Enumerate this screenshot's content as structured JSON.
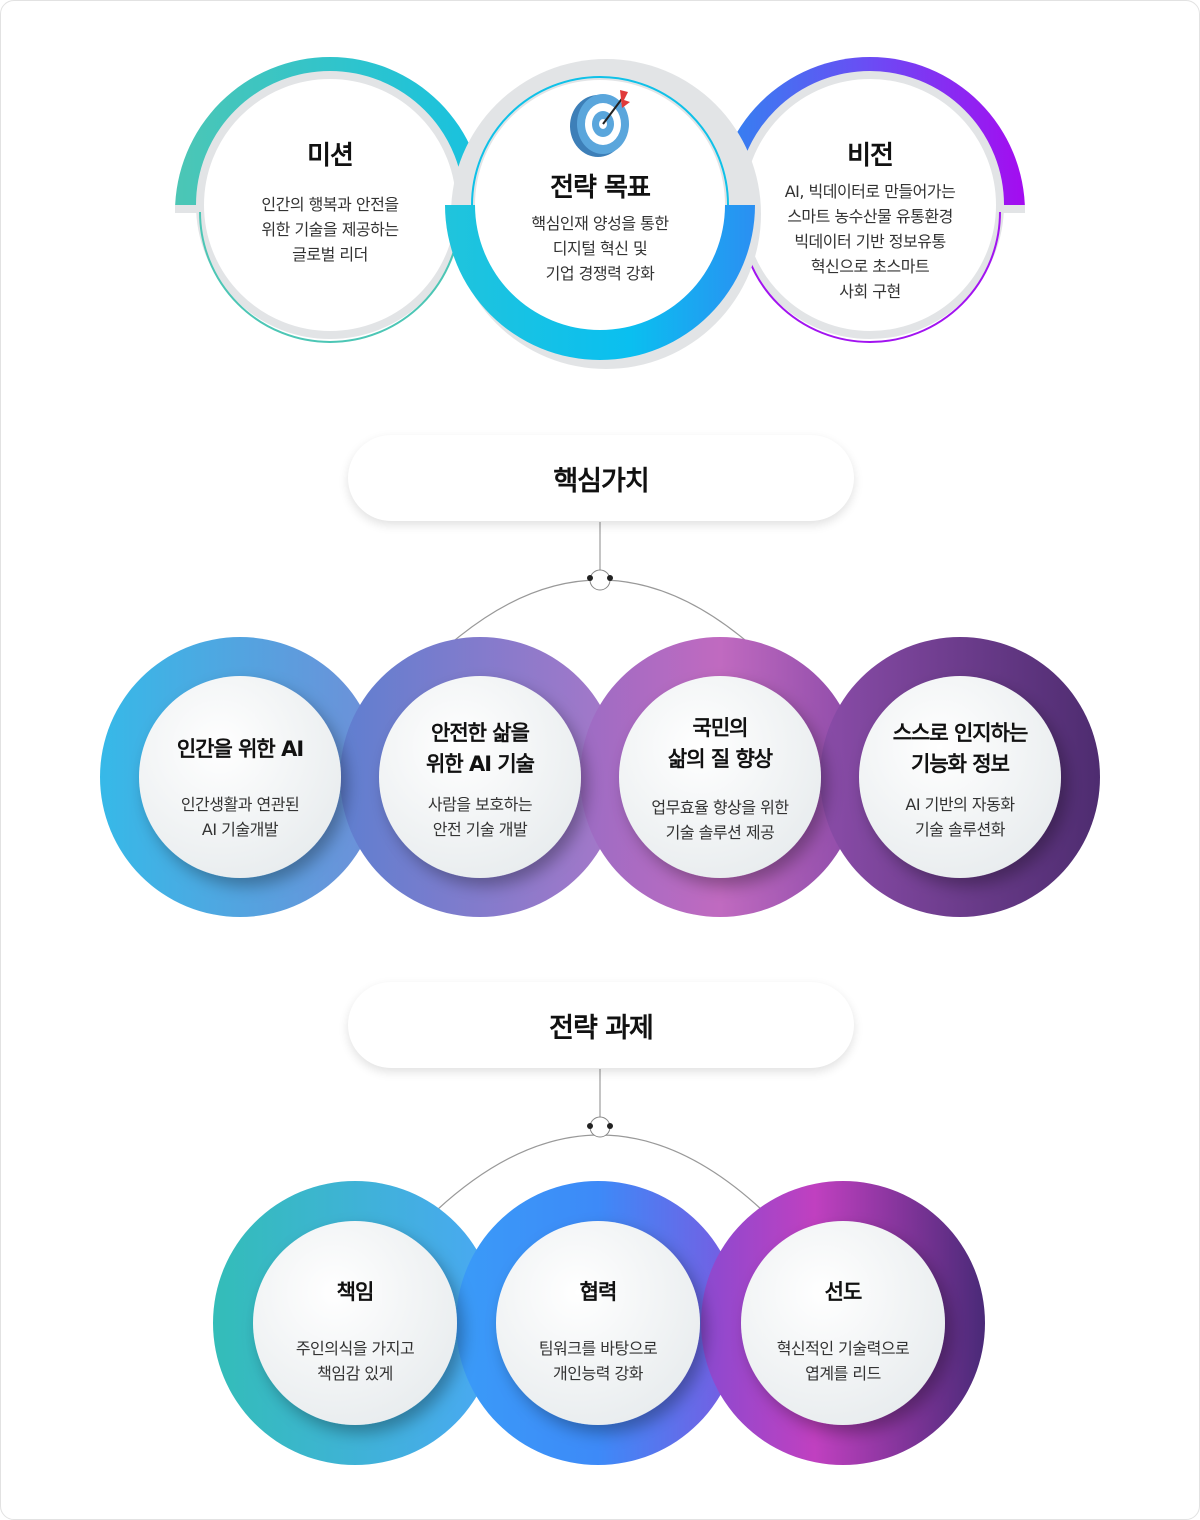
{
  "top": {
    "mission": {
      "title": "미션",
      "desc": "인간의 행복과 안전을\n위한 기술을 제공하는\n글로벌 리더"
    },
    "goal": {
      "icon": "target-icon",
      "title": "전략 목표",
      "desc": "핵심인재 양성을 통한\n디지털 혁신 및\n기업 경쟁력 강화"
    },
    "vision": {
      "title": "비전",
      "desc": "AI, 빅데이터로 만들어가는\n스마트 농수산물 유통환경\n빅데이터 기반 정보유통\n혁신으로 초스마트\n사회 구현"
    }
  },
  "core_values": {
    "label": "핵심가치",
    "items": [
      {
        "title": "인간을 위한 AI",
        "desc": "인간생활과 연관된\nAI 기술개발"
      },
      {
        "title": "안전한 삶을\n위한 AI 기술",
        "desc": "사람을 보호하는\n안전 기술 개발"
      },
      {
        "title": "국민의\n삶의 질 향상",
        "desc": "업무효율 향상을 위한\n기술 솔루션 제공"
      },
      {
        "title": "스스로 인지하는\n기능화 정보",
        "desc": "AI 기반의 자동화\n기술 솔루션화"
      }
    ]
  },
  "strategic_tasks": {
    "label": "전략 과제",
    "items": [
      {
        "title": "책임",
        "desc": "주인의식을 가지고\n책임감 있게"
      },
      {
        "title": "협력",
        "desc": "팀워크를 바탕으로\n개인능력 강화"
      },
      {
        "title": "선도",
        "desc": "혁신적인 기술력으로\n엽계를 리드"
      }
    ]
  },
  "colors": {
    "teal": "#3ec6b8",
    "cyan": "#0fc1e8",
    "blue": "#3a7cf0",
    "purple": "#a213f0"
  }
}
